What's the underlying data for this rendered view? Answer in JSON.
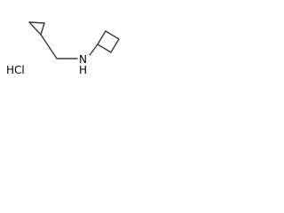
{
  "molecule": {
    "salt_label": "HCl",
    "amine_label": "N",
    "amine_h_label": "H",
    "bond_color": "#3a3a3a",
    "text_color": "#000000"
  }
}
